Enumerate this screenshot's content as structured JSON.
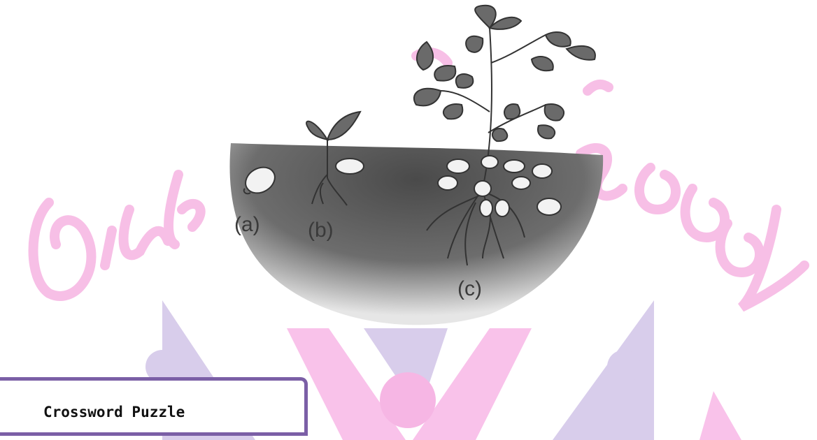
{
  "watermark": {
    "logo_text": "Pinkz Public School",
    "pink": "#f7bfe6",
    "lavender": "#d8cdeb"
  },
  "figure": {
    "labels": {
      "a": "(a)",
      "b": "(b)",
      "c": "(c)"
    },
    "soil_color": "#5e5e5e",
    "leaf_color": "#6a6a6a"
  },
  "caption": {
    "text": "Crossword Puzzle",
    "border_color": "#7b5fa6"
  }
}
